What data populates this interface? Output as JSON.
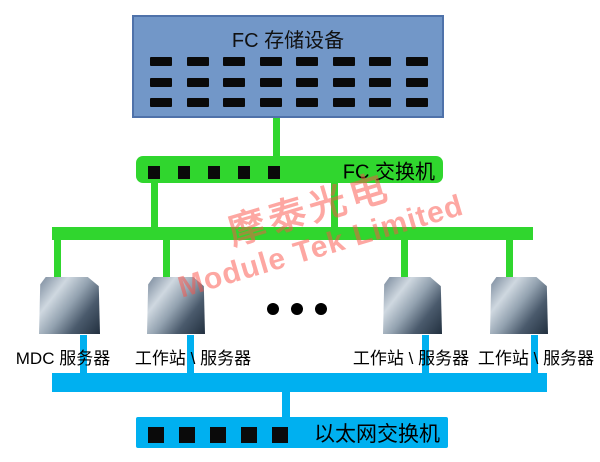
{
  "diagram": {
    "storage": {
      "label": "FC 存储设备",
      "port_rows": 3,
      "port_cols": 8
    },
    "fc_switch": {
      "label": "FC 交换机",
      "port_count": 5
    },
    "servers": [
      {
        "label": "MDC 服务器"
      },
      {
        "label": "工作站 \\ 服务器"
      },
      {
        "label": "工作站 \\ 服务器"
      },
      {
        "label": "工作站 \\ 服务器"
      }
    ],
    "ellipsis_dot_count": 3,
    "eth_switch": {
      "label": "以太网交换机",
      "port_count": 5
    },
    "watermark": {
      "line1": "摩泰光电",
      "line2": "Module Tek Limited"
    }
  },
  "colors": {
    "storage_fill": "#7297c8",
    "storage_border": "#4f72aa",
    "link_green": "#30d62e",
    "link_blue": "#00b0f0",
    "port_black": "#0a0a0a",
    "watermark_red": "rgba(252,80,70,0.5)"
  }
}
